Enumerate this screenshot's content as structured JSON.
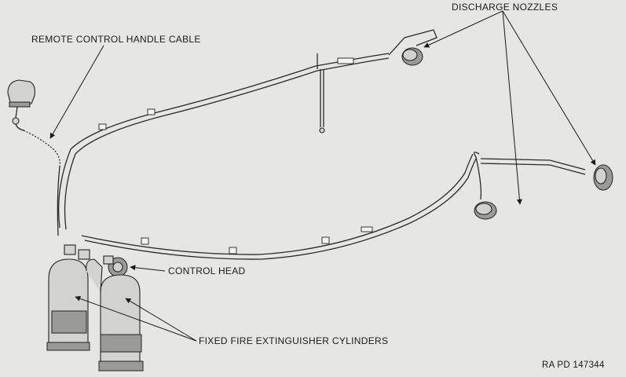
{
  "labels": {
    "remote_control_handle_cable": "REMOTE CONTROL HANDLE CABLE",
    "discharge_nozzles": "DISCHARGE NOZZLES",
    "control_head": "CONTROL HEAD",
    "fixed_fire_extinguisher_cylinders": "FIXED FIRE EXTINGUISHER CYLINDERS",
    "figure_reference": "RA PD 147344"
  }
}
